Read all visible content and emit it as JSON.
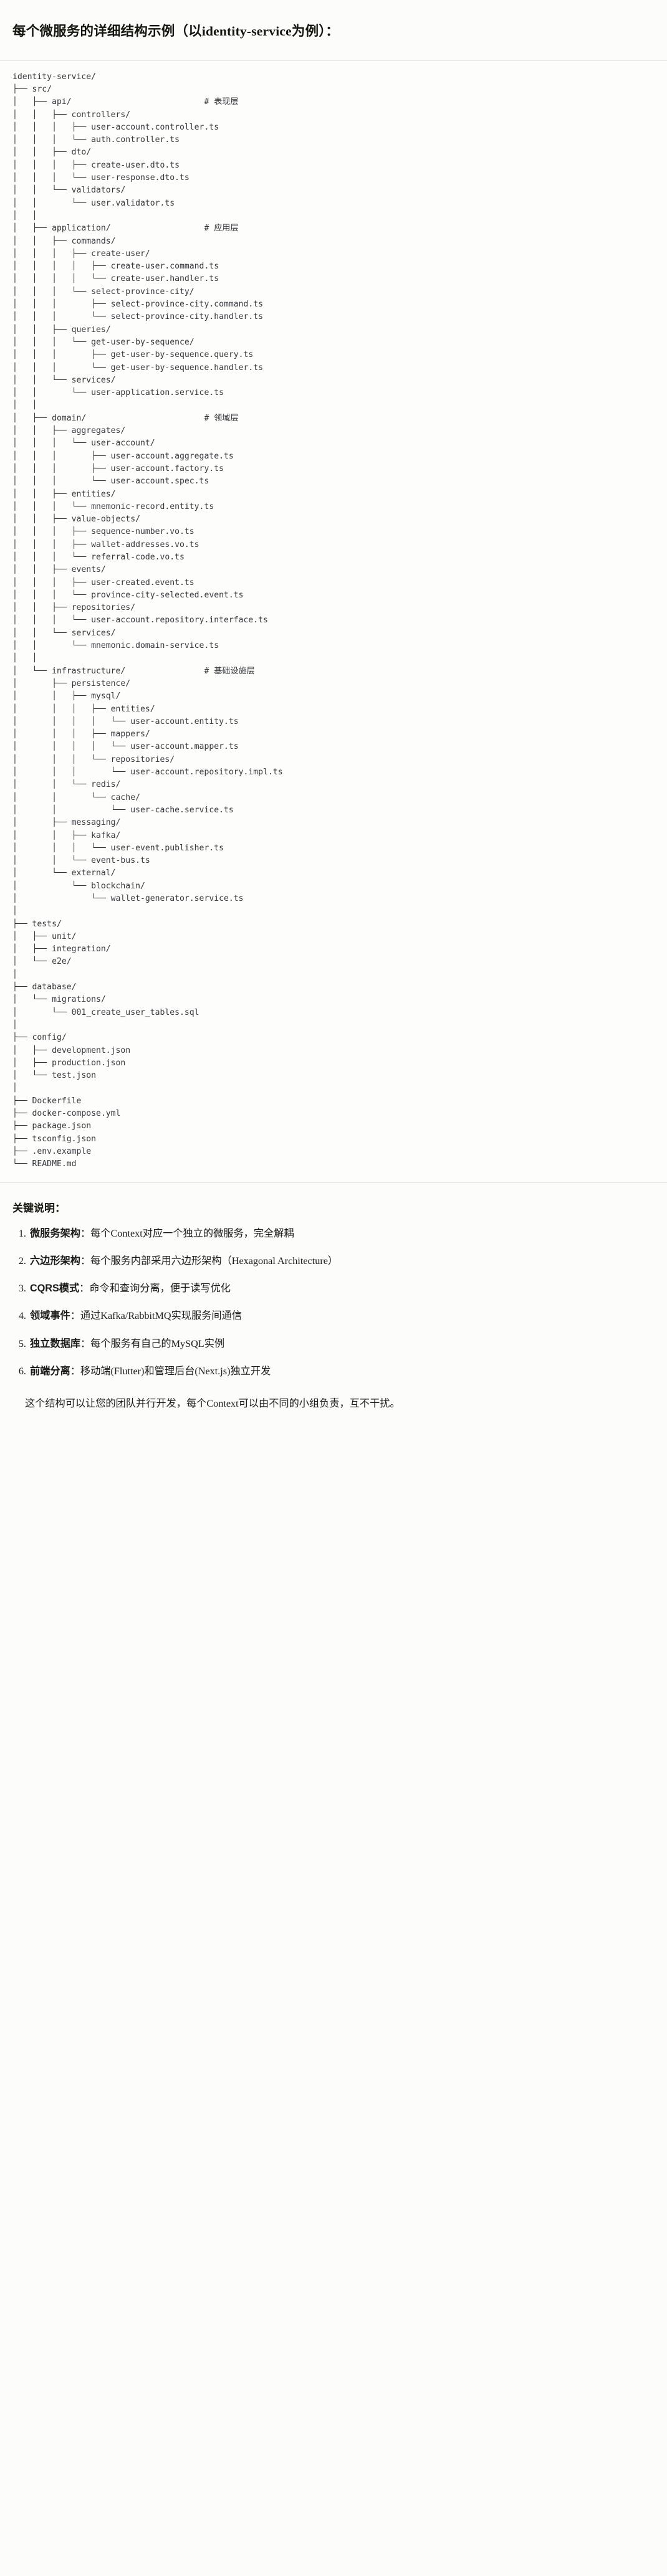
{
  "document": {
    "heading_prefix": "每个微服务的详细结构示例（以",
    "heading_code": "identity-service",
    "heading_suffix": "为例）：",
    "heading_full": "每个微服务的详细结构示例（以identity-service为例）："
  },
  "code_block": {
    "language": "text",
    "root": "identity-service/",
    "comments": {
      "api": "# 表现层",
      "application": "# 应用层",
      "domain": "# 领域层",
      "infrastructure": "# 基础设施层"
    },
    "content": "identity-service/\n├── src/\n│   ├── api/                           # 表现层\n│   │   ├── controllers/\n│   │   │   ├── user-account.controller.ts\n│   │   │   └── auth.controller.ts\n│   │   ├── dto/\n│   │   │   ├── create-user.dto.ts\n│   │   │   └── user-response.dto.ts\n│   │   └── validators/\n│   │       └── user.validator.ts\n│   │\n│   ├── application/                   # 应用层\n│   │   ├── commands/\n│   │   │   ├── create-user/\n│   │   │   │   ├── create-user.command.ts\n│   │   │   │   └── create-user.handler.ts\n│   │   │   └── select-province-city/\n│   │   │       ├── select-province-city.command.ts\n│   │   │       └── select-province-city.handler.ts\n│   │   ├── queries/\n│   │   │   └── get-user-by-sequence/\n│   │   │       ├── get-user-by-sequence.query.ts\n│   │   │       └── get-user-by-sequence.handler.ts\n│   │   └── services/\n│   │       └── user-application.service.ts\n│   │\n│   ├── domain/                        # 领域层\n│   │   ├── aggregates/\n│   │   │   └── user-account/\n│   │   │       ├── user-account.aggregate.ts\n│   │   │       ├── user-account.factory.ts\n│   │   │       └── user-account.spec.ts\n│   │   ├── entities/\n│   │   │   └── mnemonic-record.entity.ts\n│   │   ├── value-objects/\n│   │   │   ├── sequence-number.vo.ts\n│   │   │   ├── wallet-addresses.vo.ts\n│   │   │   └── referral-code.vo.ts\n│   │   ├── events/\n│   │   │   ├── user-created.event.ts\n│   │   │   └── province-city-selected.event.ts\n│   │   ├── repositories/\n│   │   │   └── user-account.repository.interface.ts\n│   │   └── services/\n│   │       └── mnemonic.domain-service.ts\n│   │\n│   └── infrastructure/                # 基础设施层\n│       ├── persistence/\n│       │   ├── mysql/\n│       │   │   ├── entities/\n│       │   │   │   └── user-account.entity.ts\n│       │   │   ├── mappers/\n│       │   │   │   └── user-account.mapper.ts\n│       │   │   └── repositories/\n│       │   │       └── user-account.repository.impl.ts\n│       │   └── redis/\n│       │       └── cache/\n│       │           └── user-cache.service.ts\n│       ├── messaging/\n│       │   ├── kafka/\n│       │   │   └── user-event.publisher.ts\n│       │   └── event-bus.ts\n│       └── external/\n│           └── blockchain/\n│               └── wallet-generator.service.ts\n│\n├── tests/\n│   ├── unit/\n│   ├── integration/\n│   └── e2e/\n│\n├── database/\n│   └── migrations/\n│       └── 001_create_user_tables.sql\n│\n├── config/\n│   ├── development.json\n│   ├── production.json\n│   └── test.json\n│\n├── Dockerfile\n├── docker-compose.yml\n├── package.json\n├── tsconfig.json\n├── .env.example\n└── README.md"
  },
  "key_notes": {
    "title": "关键说明：",
    "items": [
      {
        "term": "微服务架构",
        "desc": "：每个Context对应一个独立的微服务，完全解耦"
      },
      {
        "term": "六边形架构",
        "desc": "：每个服务内部采用六边形架构（Hexagonal Architecture）"
      },
      {
        "term": "CQRS模式",
        "desc": "：命令和查询分离，便于读写优化"
      },
      {
        "term": "领域事件",
        "desc": "：通过Kafka/RabbitMQ实现服务间通信"
      },
      {
        "term": "独立数据库",
        "desc": "：每个服务有自己的MySQL实例"
      },
      {
        "term": "前端分离",
        "desc": "：移动端(Flutter)和管理后台(Next.js)独立开发"
      }
    ],
    "closing": "这个结构可以让您的团队并行开发，每个Context可以由不同的小组负责，互不干扰。"
  },
  "colors": {
    "page_background": "#fcfcfa",
    "code_background": "#fdfdfb",
    "code_text": "#33363b",
    "body_text": "#1a1a19",
    "rule": "#e2e2dd"
  }
}
